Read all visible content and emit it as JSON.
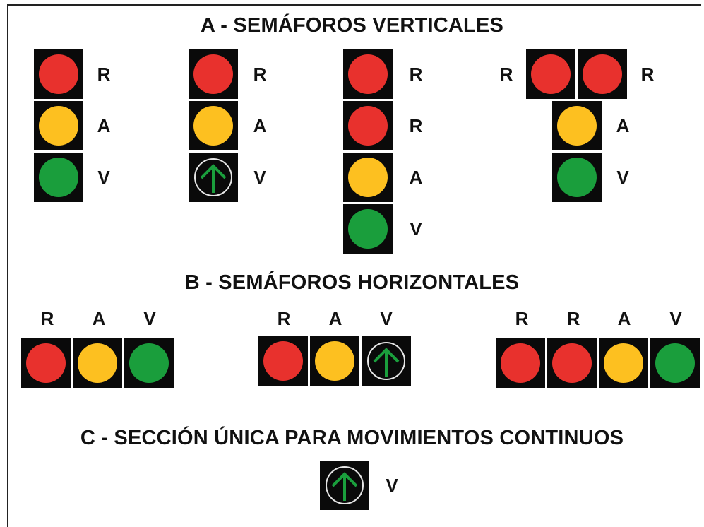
{
  "headings": {
    "vertical": "A - SEMÁFOROS VERTICALES",
    "horizontal": "B - SEMÁFOROS HORIZONTALES",
    "single": "C - SECCIÓN ÚNICA PARA MOVIMIENTOS CONTINUOS"
  },
  "labels": {
    "red": "R",
    "amber": "A",
    "green": "V"
  },
  "colors": {
    "red": "#e8312d",
    "amber": "#fdc020",
    "green": "#1a9e3c",
    "housing": "#0a0a0a"
  },
  "icons": {
    "arrow": "green-up-arrow-icon"
  }
}
